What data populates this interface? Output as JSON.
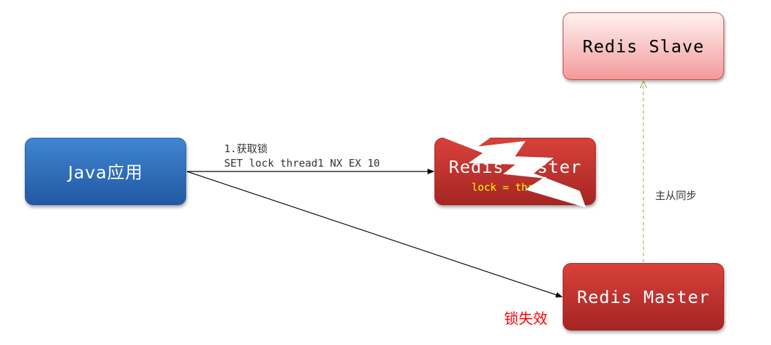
{
  "nodes": {
    "java_app": "Java应用",
    "redis_master_1": "Redis Master",
    "redis_master_1_value": "lock = thread1",
    "redis_slave": "Redis Slave",
    "redis_master_2": "Redis Master"
  },
  "edges": {
    "acquire_lock_step": "1.获取锁",
    "acquire_lock_command": "SET lock thread1 NX EX 10",
    "sync_label": "主从同步",
    "lock_invalid_label": "锁失效"
  },
  "colors": {
    "java_node": "#2f6fbf",
    "master_node": "#c0302d",
    "slave_node": "#f7c1c1",
    "sync_edge": "#9bbb59",
    "failure_text": "#ff0000"
  }
}
